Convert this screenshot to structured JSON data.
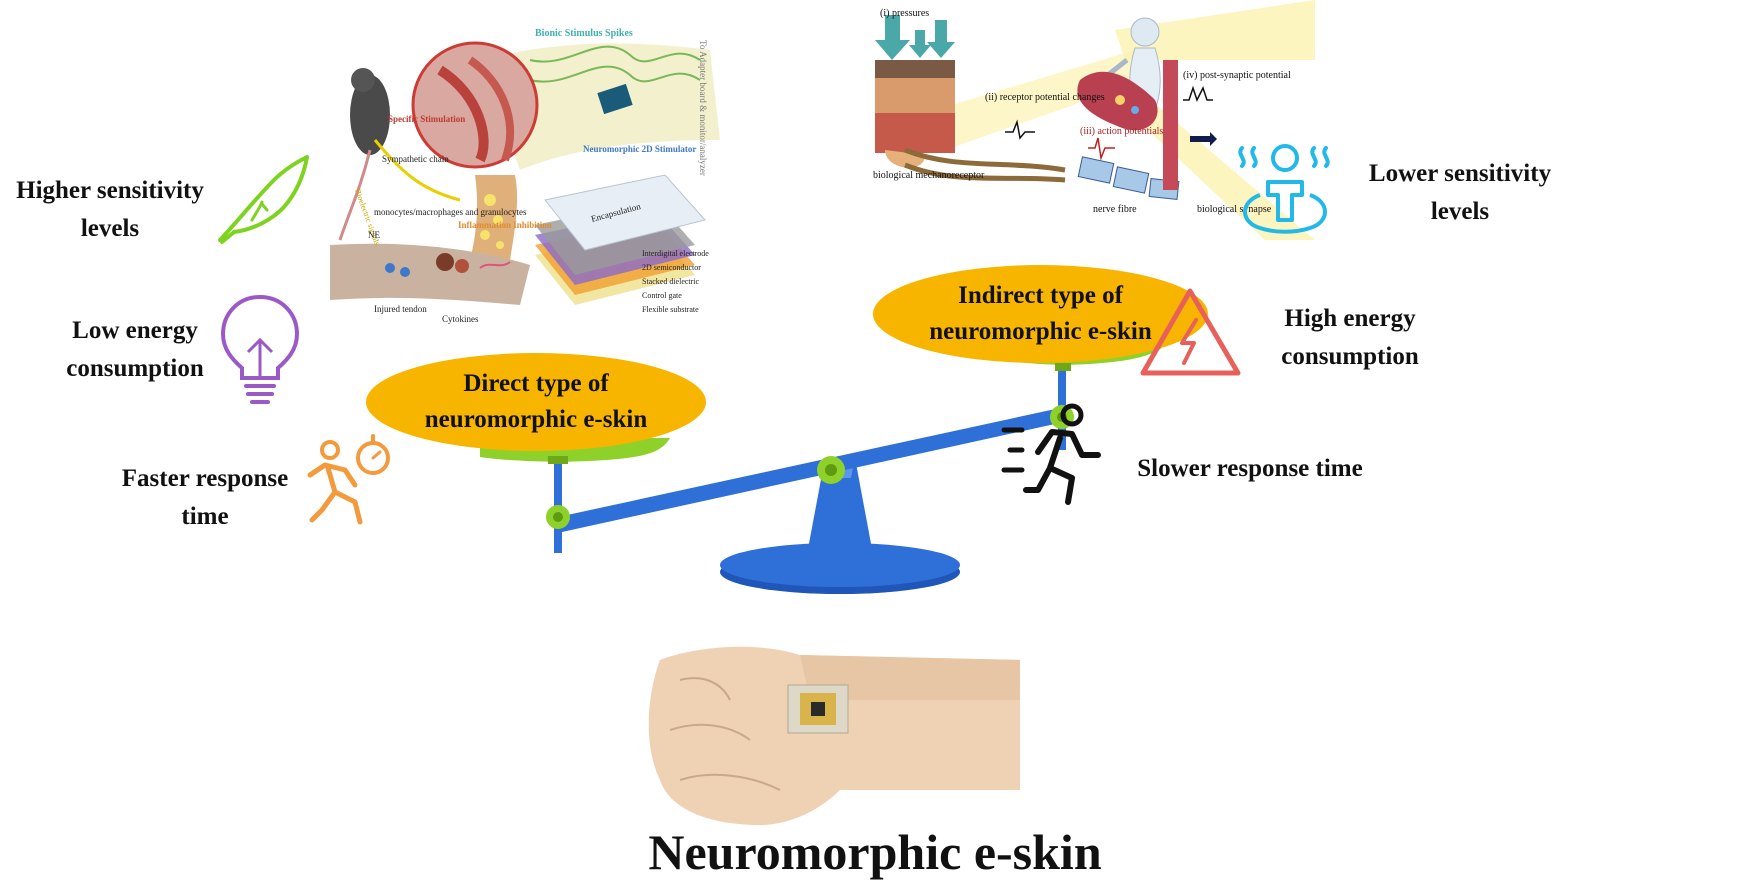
{
  "title": "Neuromorphic e-skin",
  "left_pan": {
    "label": "Direct type of neuromorphic e-skin"
  },
  "right_pan": {
    "label": "Indirect type of neuromorphic e-skin"
  },
  "left_properties": [
    {
      "text": "Higher sensitivity levels",
      "icon": "feather-icon",
      "color": "#7ed321"
    },
    {
      "text": "Low energy consumption",
      "icon": "lightbulb-icon",
      "color": "#9b59c8"
    },
    {
      "text": "Faster response time",
      "icon": "running-timer-icon",
      "color": "#f39a3c"
    }
  ],
  "right_properties": [
    {
      "text": "Lower sensitivity levels",
      "icon": "heat-sensing-person-icon",
      "color": "#22b8e8"
    },
    {
      "text": "High energy consumption",
      "icon": "warning-energy-icon",
      "color": "#e8605a"
    },
    {
      "text": "Slower response time",
      "icon": "running-person-icon",
      "color": "#111111"
    }
  ],
  "direct_figure": {
    "labels": {
      "bionic": "Bionic Stimulus Spikes",
      "adapter": "To Adapter board & monitor/analyzer",
      "specific": "Specific Stimulation",
      "sympathetic": "Sympathetic chain",
      "neuromorphic_stim": "Neuromorphic 2D Stimulator",
      "bioelectric": "Bioelectric signals",
      "monocytes": "monocytes/macrophages and granulocytes",
      "ne": "NE",
      "inflammation": "Inflammation Inhibition",
      "encapsulation": "Encapsulation",
      "interdigital": "Interdigital electrode",
      "semiconductor": "2D semiconductor",
      "dielectric": "Stacked dielectric",
      "control_gate": "Control gate",
      "flexible": "Flexible substrate",
      "tendon": "Injured tendon",
      "cytokines": "Cytokines"
    }
  },
  "indirect_figure": {
    "labels": {
      "pressures": "(i) pressures",
      "receptor": "(ii) receptor potential changes",
      "action": "(iii) action potentials",
      "postsyn": "(iv) post-synaptic potential",
      "mechano": "biological mechanoreceptor",
      "nerve": "nerve fibre",
      "synapse": "biological synapse"
    }
  },
  "colors": {
    "oval": "#f7b500",
    "scale_blue": "#2e6fd8",
    "scale_green": "#8ed12a"
  }
}
